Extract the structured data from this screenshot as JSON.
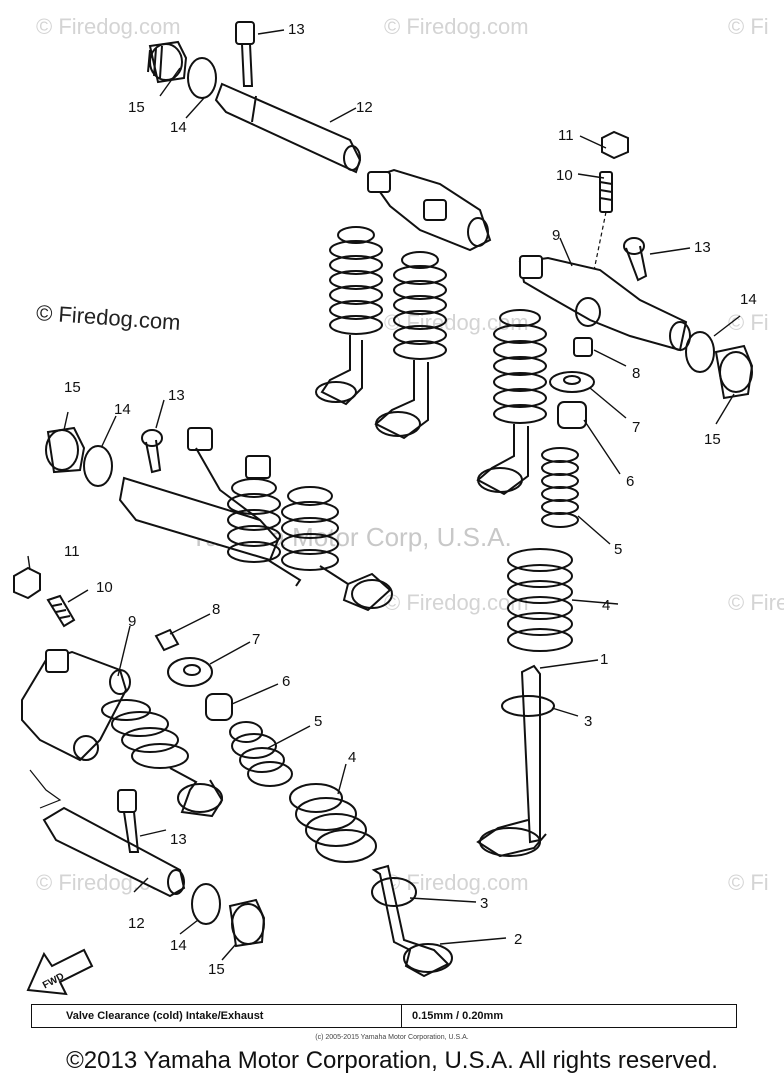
{
  "watermarks": {
    "top_left": "© Firedog.com",
    "top_mid": "© Firedog.com",
    "top_right": "© Fi",
    "left_dark": "© Firedog.com",
    "mid": "© Firedog.com",
    "right1": "© Fi",
    "lower_mid": "© Firedog.com",
    "right2": "© Fire",
    "bottom_left": "© Firedog.com",
    "bottom_mid": "© Firedog.com",
    "bottom_right": "© Fi",
    "center": "Yamaha Motor Corp, U.S.A."
  },
  "callouts": [
    "1",
    "2",
    "3",
    "4",
    "5",
    "6",
    "7",
    "8",
    "9",
    "10",
    "11",
    "12",
    "13",
    "14",
    "15"
  ],
  "fwd_label": "FWD",
  "spec": {
    "label": "Valve Clearance (cold) Intake/Exhaust",
    "value": "0.15mm / 0.20mm"
  },
  "small_copyright": "(c) 2005-2015 Yamaha Motor Corporation, U.S.A.",
  "footer": "©2013 Yamaha Motor Corporation, U.S.A. All rights reserved."
}
